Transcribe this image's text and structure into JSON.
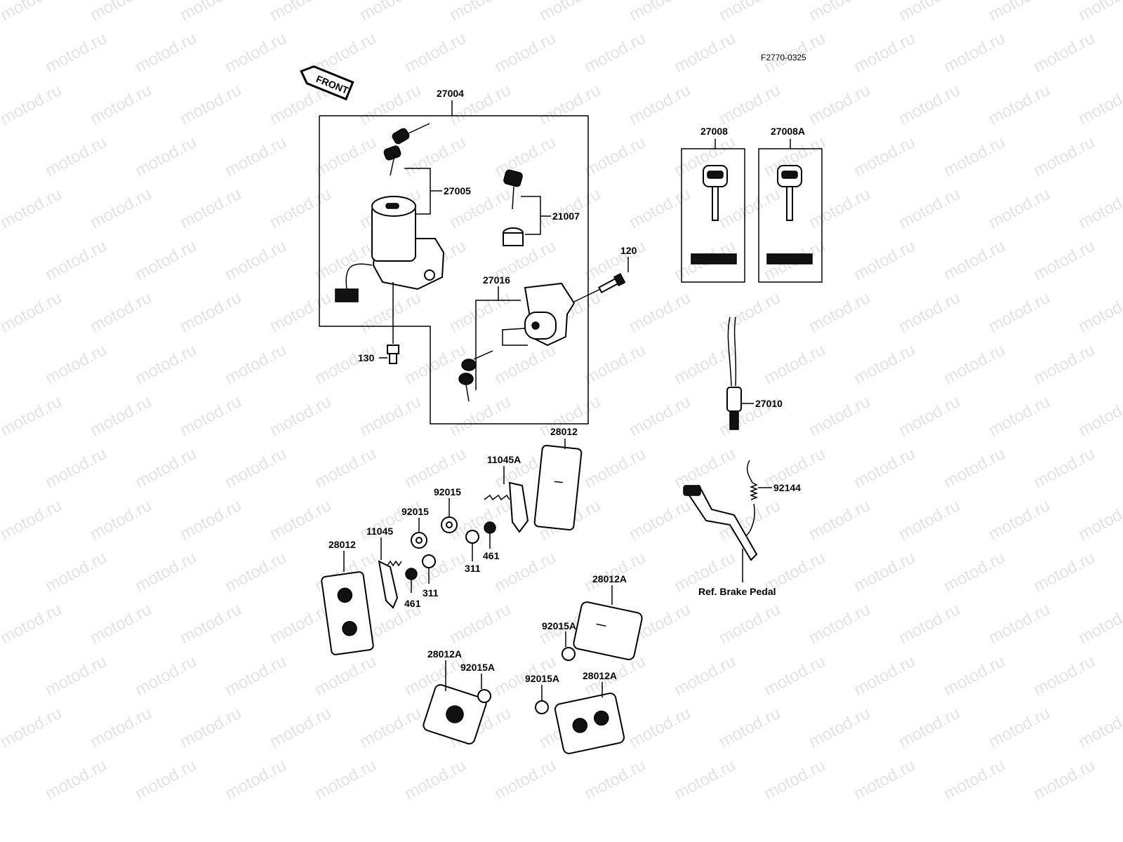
{
  "watermark_text": "motod.ru",
  "figure_code": "F2770-0325",
  "front_arrow": "FRONT",
  "callouts": {
    "p27004": "27004",
    "p27005": "27005",
    "p21007": "21007",
    "p130": "130",
    "p27016": "27016",
    "p120": "120",
    "p27008": "27008",
    "p27008A": "27008A",
    "p27010": "27010",
    "p28012_top": "28012",
    "p11045A": "11045A",
    "p92015_a": "92015",
    "p92015_b": "92015",
    "p11045": "11045",
    "p28012_left": "28012",
    "p311_a": "311",
    "p461_a": "461",
    "p311_b": "311",
    "p461_b": "461",
    "p92144": "92144",
    "ref_brake": "Ref. Brake Pedal",
    "p28012A_a": "28012A",
    "p92015A_a": "92015A",
    "p28012A_b": "28012A",
    "p92015A_b": "92015A",
    "p92015A_c": "92015A",
    "p28012A_c": "28012A"
  }
}
